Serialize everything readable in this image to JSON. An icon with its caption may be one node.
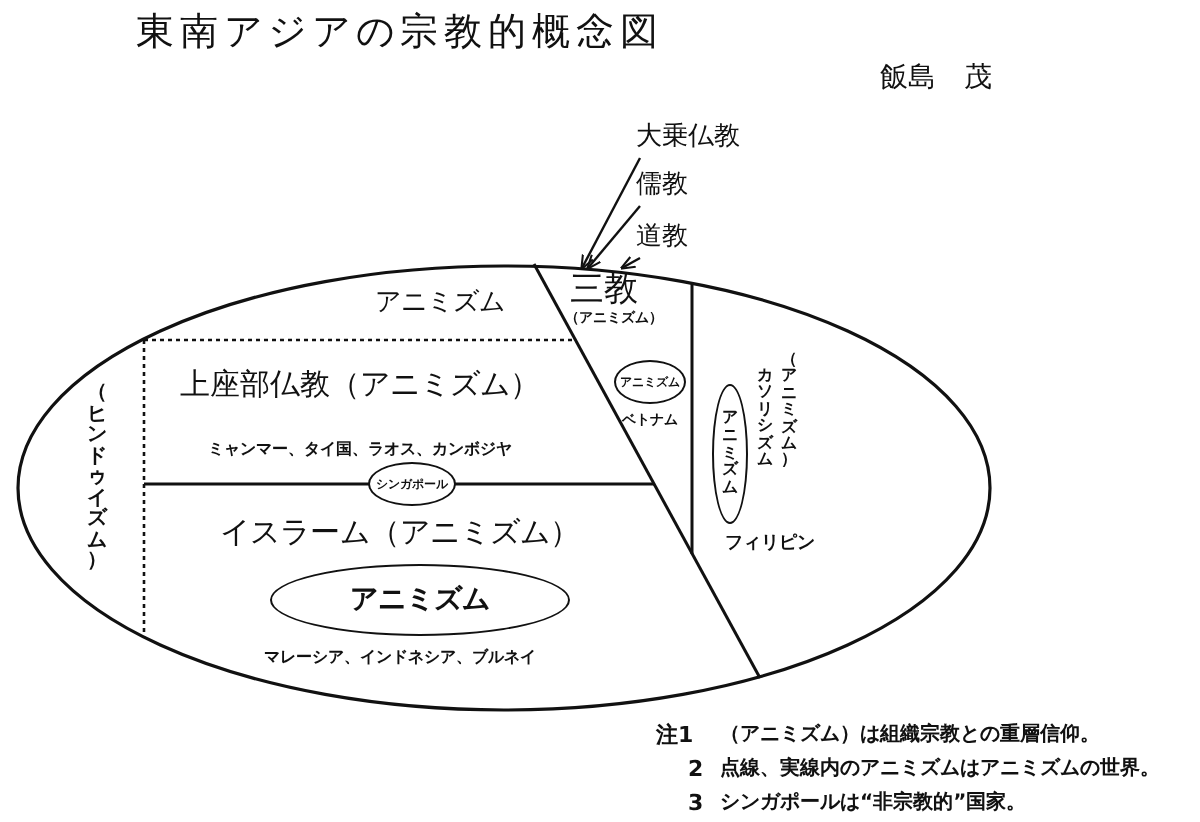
{
  "diagram": {
    "title": "東南アジアの宗教的概念図",
    "nodes": [
      {
        "text": [
          "アニミズム"
        ]
      },
      {
        "text": [
          "上座部仏教（アニミズム）",
          "ミャンマー、タイ国、ラオス、カンボジヤ"
        ],
        "in": 0
      },
      {
        "text": [
          "シンガポール"
        ],
        "in": 0
      },
      {
        "text": [
          "イスラーム（アニミズム）",
          "マレーシア、インドネシア、ブルネイ"
        ],
        "in": 0
      },
      {
        "text": [
          "アニミズム"
        ],
        "in": 3
      },
      {
        "text": [
          "三教",
          "（アニミズム）"
        ],
        "in": 0
      },
      {
        "text": [
          "アニミズム"
        ],
        "beside": [
          "ベトナム"
        ],
        "in": 5
      },
      {
        "text": [
          "カソリシズム",
          "（アニミズム）",
          "フィリピン"
        ],
        "in": 0
      },
      {
        "text": [
          "アニミズム"
        ],
        "in": 7
      },
      {
        "text": [
          "大乗仏教"
        ]
      },
      {
        "text": [
          "儒教"
        ]
      },
      {
        "text": [
          "道教"
        ]
      }
    ],
    "edges": [
      {
        "from": 9,
        "to": 5,
        "arrow": "to"
      },
      {
        "from": 10,
        "to": 5,
        "arrow": "to"
      },
      {
        "from": 11,
        "to": 5,
        "arrow": "to"
      }
    ],
    "labels": [
      "飯島　茂",
      "（ヒンドゥイズム）",
      "注1",
      "（アニミズム）は組織宗教との重層信仰。",
      "2",
      "点線、実線内のアニミズムはアニミズムの世界。",
      "3",
      "シンガポールは“非宗教的”国家。"
    ]
  }
}
